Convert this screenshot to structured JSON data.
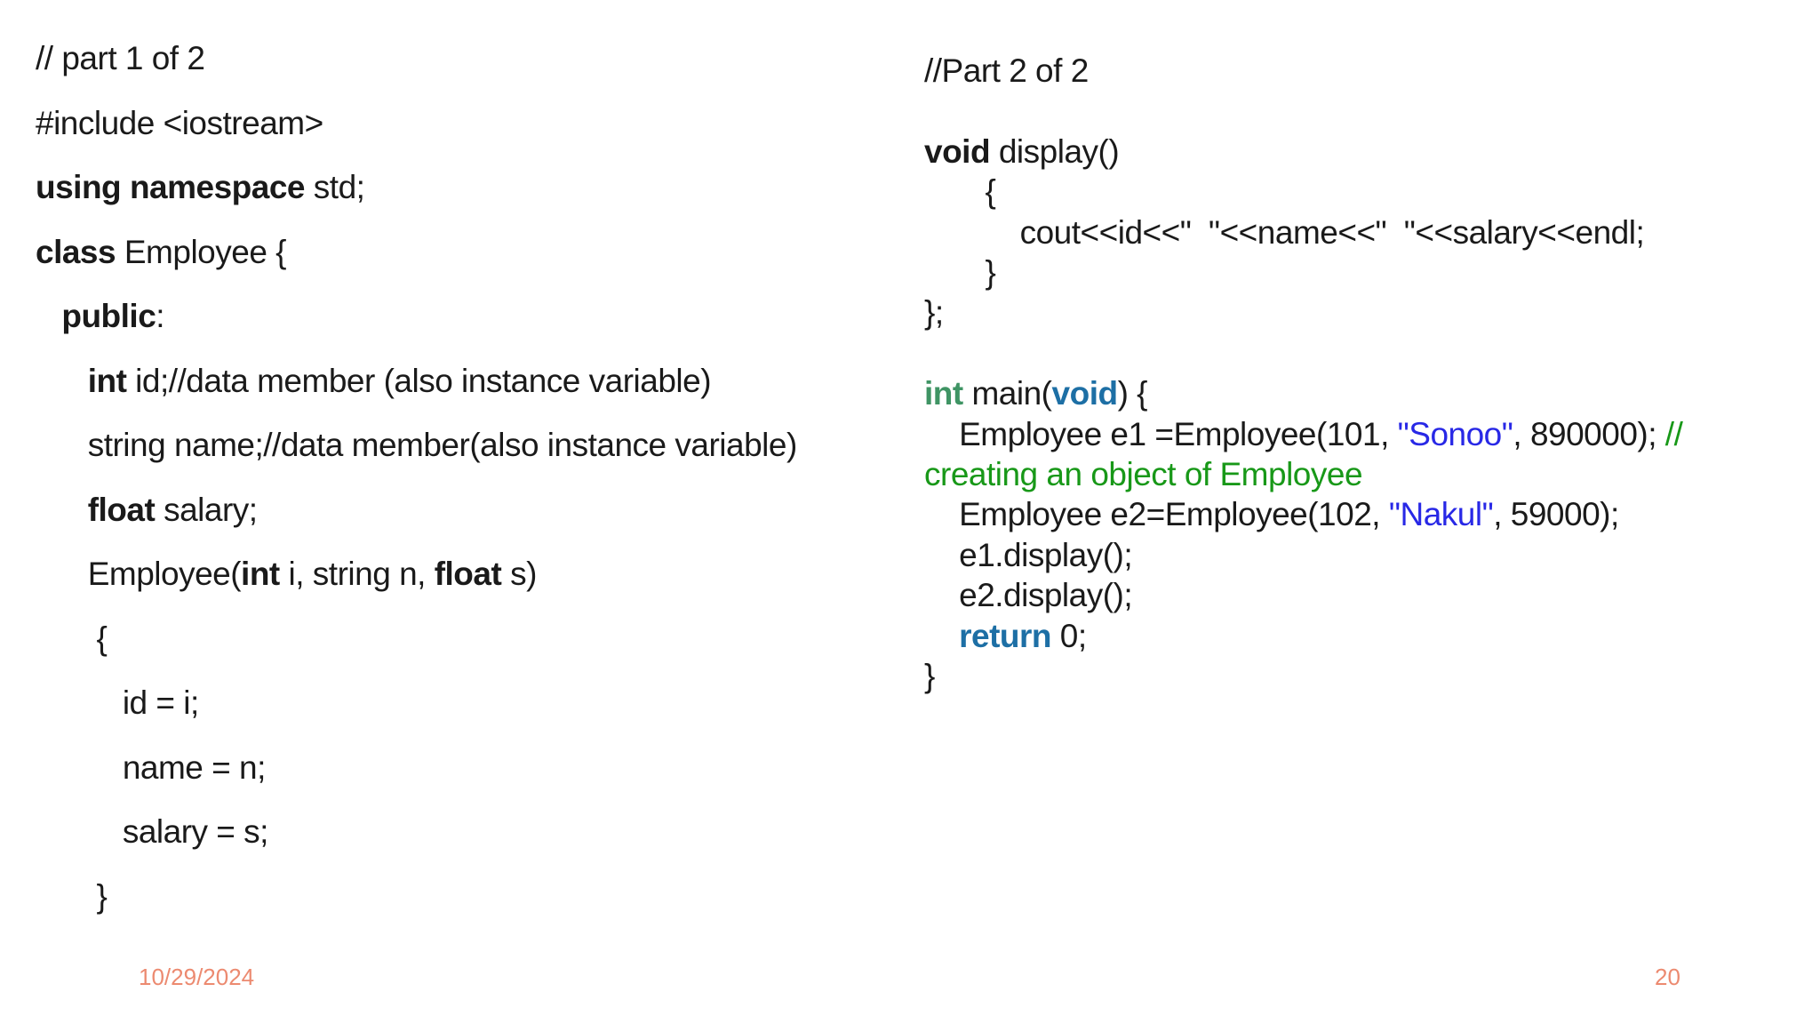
{
  "slide": {
    "colors": {
      "background": "#FFFFFF",
      "text": "#1A1A1A",
      "keyword_green": "#3F9464",
      "keyword_blue": "#1D6FA5",
      "string_blue": "#2828E6",
      "comment_green": "#189818",
      "footer": "#EC8A70"
    },
    "footer": {
      "date": "10/29/2024",
      "page": "20"
    },
    "code": {
      "left": {
        "title": "part 1 of 2",
        "lines": [
          [
            {
              "t": "// part 1 of 2",
              "s": "p"
            }
          ],
          [
            {
              "t": "#include <iostream>",
              "s": "p"
            }
          ],
          [
            {
              "t": "using namespace",
              "s": "b"
            },
            {
              "t": " std;",
              "s": "p"
            }
          ],
          [
            {
              "t": "class",
              "s": "b"
            },
            {
              "t": " Employee {",
              "s": "p"
            }
          ],
          [
            {
              "t": "   ",
              "s": "p"
            },
            {
              "t": "public",
              "s": "b"
            },
            {
              "t": ":",
              "s": "p"
            }
          ],
          [
            {
              "t": "      ",
              "s": "p"
            },
            {
              "t": "int",
              "s": "b"
            },
            {
              "t": " id;//data member (also instance variable)",
              "s": "p"
            }
          ],
          [
            {
              "t": "      string name;//data member(also instance variable)",
              "s": "p"
            }
          ],
          [
            {
              "t": "      ",
              "s": "p"
            },
            {
              "t": "float",
              "s": "b"
            },
            {
              "t": " salary;",
              "s": "p"
            }
          ],
          [
            {
              "t": "      Employee(",
              "s": "p"
            },
            {
              "t": "int",
              "s": "b"
            },
            {
              "t": " i, string n, ",
              "s": "p"
            },
            {
              "t": "float",
              "s": "b"
            },
            {
              "t": " s)",
              "s": "p"
            }
          ],
          [
            {
              "t": "       {",
              "s": "p"
            }
          ],
          [
            {
              "t": "          id = i;",
              "s": "p"
            }
          ],
          [
            {
              "t": "          name = n;",
              "s": "p"
            }
          ],
          [
            {
              "t": "          salary = s;",
              "s": "p"
            }
          ],
          [
            {
              "t": "       }",
              "s": "p"
            }
          ]
        ]
      },
      "right": {
        "title": "Part 2 of 2",
        "lines": [
          [
            {
              "t": "//Part 2 of 2",
              "s": "p"
            }
          ],
          [],
          [
            {
              "t": "void",
              "s": "b"
            },
            {
              "t": " display()",
              "s": "p"
            }
          ],
          [
            {
              "t": "       {",
              "s": "p"
            }
          ],
          [
            {
              "t": "           cout<<id<<\"  \"<<name<<\"  \"<<salary<<endl;",
              "s": "p"
            }
          ],
          [
            {
              "t": "       }",
              "s": "p"
            }
          ],
          [
            {
              "t": "};",
              "s": "p"
            }
          ],
          [],
          [
            {
              "t": "int",
              "s": "kg"
            },
            {
              "t": " main(",
              "s": "p"
            },
            {
              "t": "void",
              "s": "kb"
            },
            {
              "t": ") {",
              "s": "p"
            }
          ],
          [
            {
              "t": "    Employee e1 =Employee(101, ",
              "s": "p"
            },
            {
              "t": "\"Sonoo\"",
              "s": "str"
            },
            {
              "t": ", 890000); ",
              "s": "p"
            },
            {
              "t": "//",
              "s": "com"
            }
          ],
          [
            {
              "t": "creating an object of Employee",
              "s": "com"
            }
          ],
          [
            {
              "t": "    Employee e2=Employee(102, ",
              "s": "p"
            },
            {
              "t": "\"Nakul\"",
              "s": "str"
            },
            {
              "t": ", 59000);",
              "s": "p"
            }
          ],
          [
            {
              "t": "    e1.display();",
              "s": "p"
            }
          ],
          [
            {
              "t": "    e2.display();",
              "s": "p"
            }
          ],
          [
            {
              "t": "    ",
              "s": "p"
            },
            {
              "t": "return",
              "s": "kb"
            },
            {
              "t": " 0;",
              "s": "p"
            }
          ],
          [
            {
              "t": "}",
              "s": "p"
            }
          ]
        ]
      }
    }
  }
}
